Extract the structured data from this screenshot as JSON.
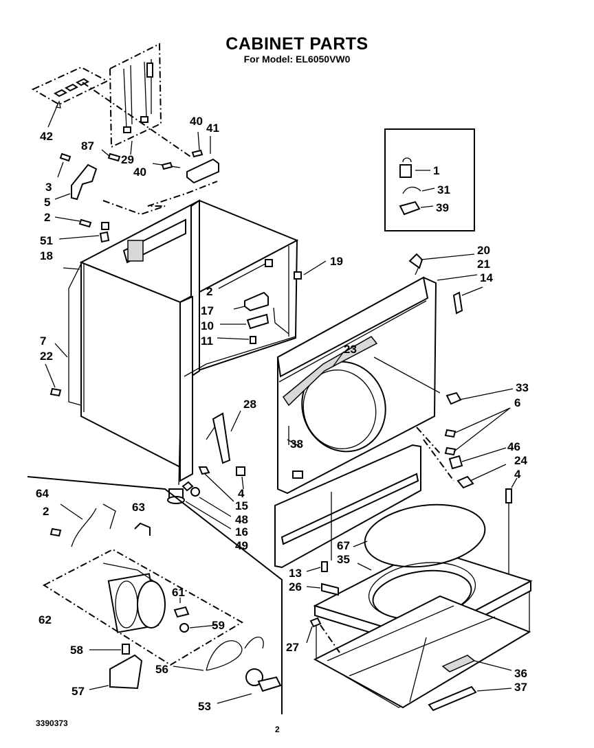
{
  "header": {
    "title": "CABINET PARTS",
    "subtitle": "For Model: EL6050VW0"
  },
  "footer": {
    "doc_number": "3390373",
    "page_number": "2"
  },
  "callouts": [
    {
      "id": "c42",
      "label": "42"
    },
    {
      "id": "c29",
      "label": "29"
    },
    {
      "id": "c87",
      "label": "87"
    },
    {
      "id": "c3",
      "label": "3"
    },
    {
      "id": "c5",
      "label": "5"
    },
    {
      "id": "c2a",
      "label": "2"
    },
    {
      "id": "c51",
      "label": "51"
    },
    {
      "id": "c18",
      "label": "18"
    },
    {
      "id": "c40a",
      "label": "40"
    },
    {
      "id": "c41",
      "label": "41"
    },
    {
      "id": "c40b",
      "label": "40"
    },
    {
      "id": "c2b",
      "label": "2"
    },
    {
      "id": "c19",
      "label": "19"
    },
    {
      "id": "c17",
      "label": "17"
    },
    {
      "id": "c10",
      "label": "10"
    },
    {
      "id": "c11",
      "label": "11"
    },
    {
      "id": "c7",
      "label": "7"
    },
    {
      "id": "c22",
      "label": "22"
    },
    {
      "id": "c1",
      "label": "1"
    },
    {
      "id": "c31",
      "label": "31"
    },
    {
      "id": "c39",
      "label": "39"
    },
    {
      "id": "c20",
      "label": "20"
    },
    {
      "id": "c21",
      "label": "21"
    },
    {
      "id": "c14",
      "label": "14"
    },
    {
      "id": "c23",
      "label": "23"
    },
    {
      "id": "c33",
      "label": "33"
    },
    {
      "id": "c6",
      "label": "6"
    },
    {
      "id": "c28",
      "label": "28"
    },
    {
      "id": "c38",
      "label": "38"
    },
    {
      "id": "c46",
      "label": "46"
    },
    {
      "id": "c24",
      "label": "24"
    },
    {
      "id": "c4a",
      "label": "4"
    },
    {
      "id": "c4b",
      "label": "4"
    },
    {
      "id": "c15",
      "label": "15"
    },
    {
      "id": "c48",
      "label": "48"
    },
    {
      "id": "c16",
      "label": "16"
    },
    {
      "id": "c49",
      "label": "49"
    },
    {
      "id": "c64",
      "label": "64"
    },
    {
      "id": "c63",
      "label": "63"
    },
    {
      "id": "c2c",
      "label": "2"
    },
    {
      "id": "c67",
      "label": "67"
    },
    {
      "id": "c35",
      "label": "35"
    },
    {
      "id": "c13",
      "label": "13"
    },
    {
      "id": "c26",
      "label": "26"
    },
    {
      "id": "c62",
      "label": "62"
    },
    {
      "id": "c61",
      "label": "61"
    },
    {
      "id": "c59",
      "label": "59"
    },
    {
      "id": "c27",
      "label": "27"
    },
    {
      "id": "c58",
      "label": "58"
    },
    {
      "id": "c56",
      "label": "56"
    },
    {
      "id": "c36",
      "label": "36"
    },
    {
      "id": "c37",
      "label": "37"
    },
    {
      "id": "c57",
      "label": "57"
    },
    {
      "id": "c53",
      "label": "53"
    }
  ]
}
